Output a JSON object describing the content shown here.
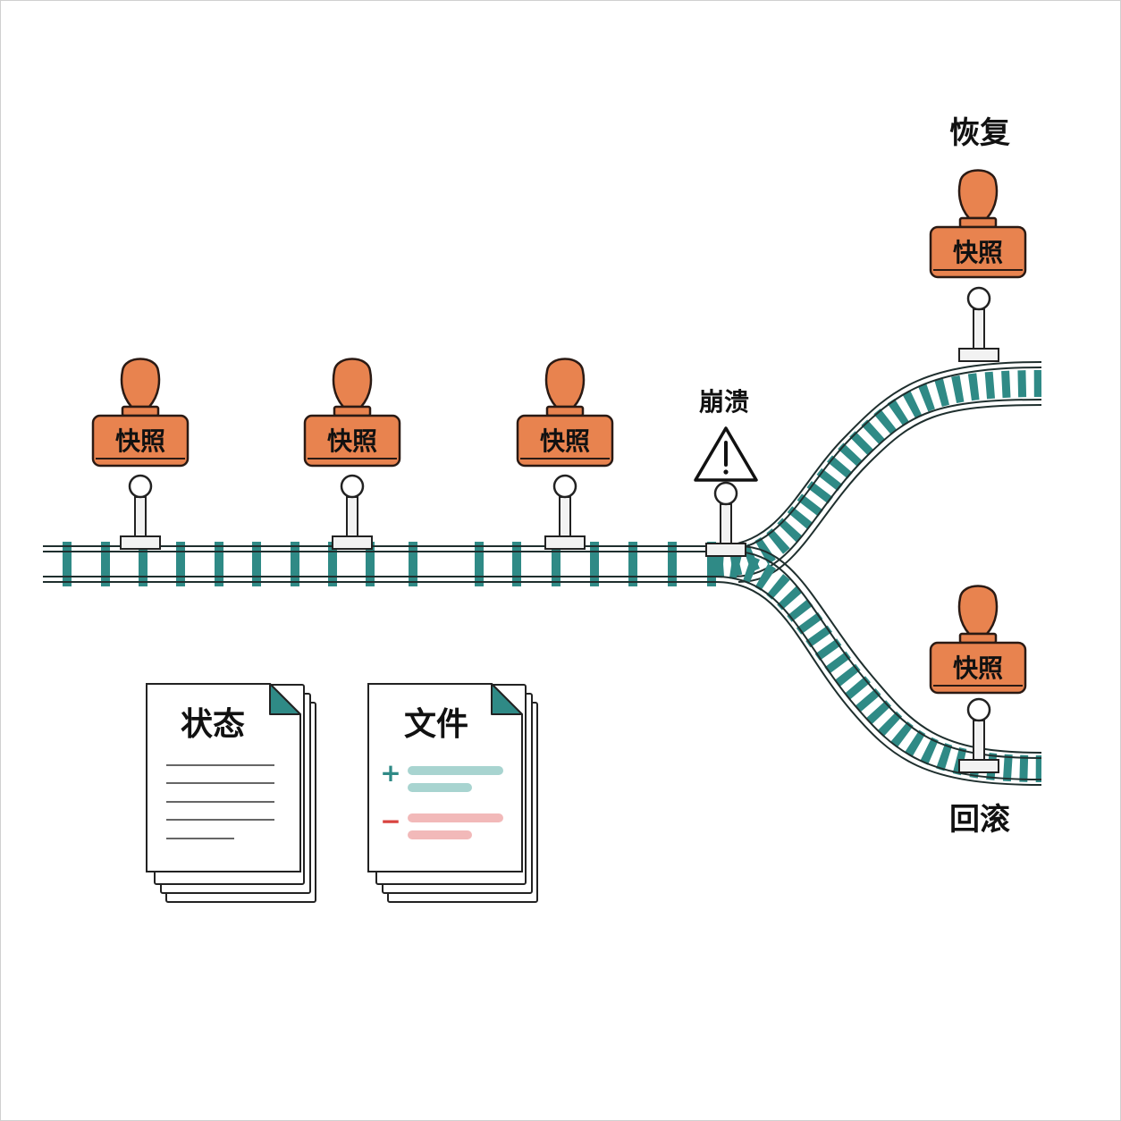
{
  "labels": {
    "snapshot": "快照",
    "crash": "崩溃",
    "restore": "恢复",
    "rollback": "回滚",
    "state_doc": "状态",
    "file_doc": "文件"
  },
  "diff_symbols": {
    "add": "+",
    "remove": "−"
  },
  "colors": {
    "track_tie": "#2f8a86",
    "rail": "#1f2f2e",
    "stamp": "#e8834f",
    "stamp_outline": "#2a1a14",
    "diff_add": "#a8d4d0",
    "diff_remove": "#f2b9b9",
    "diff_add_symbol": "#2f8a86",
    "diff_remove_symbol": "#d9433f",
    "page_border": "#cfcfcf"
  },
  "icons": [
    "rubber-stamp-icon",
    "checkpoint-pin-icon",
    "warning-triangle-icon",
    "document-stack-icon"
  ]
}
